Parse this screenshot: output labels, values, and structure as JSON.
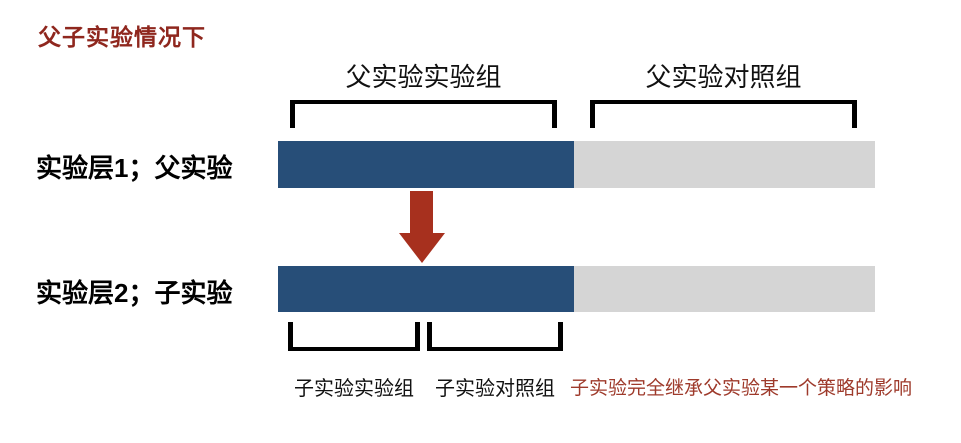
{
  "title": "父子实验情况下",
  "parent_groups": {
    "experimental": "父实验实验组",
    "control": "父实验对照组"
  },
  "layers": [
    {
      "label": "实验层1；父实验"
    },
    {
      "label": "实验层2；子实验"
    }
  ],
  "child_groups": {
    "experimental": "子实验实验组",
    "control": "子实验对照组"
  },
  "note": "子实验完全继承父实验某一个策略的影响",
  "icons": {
    "down_arrow": "down-arrow"
  },
  "colors": {
    "title_red": "#8F271E",
    "arrow_red": "#A7301E",
    "note_red": "#9E3A2B",
    "bar_blue": "#274E78",
    "bar_gray": "#D5D5D5",
    "bracket_black": "#000000"
  }
}
